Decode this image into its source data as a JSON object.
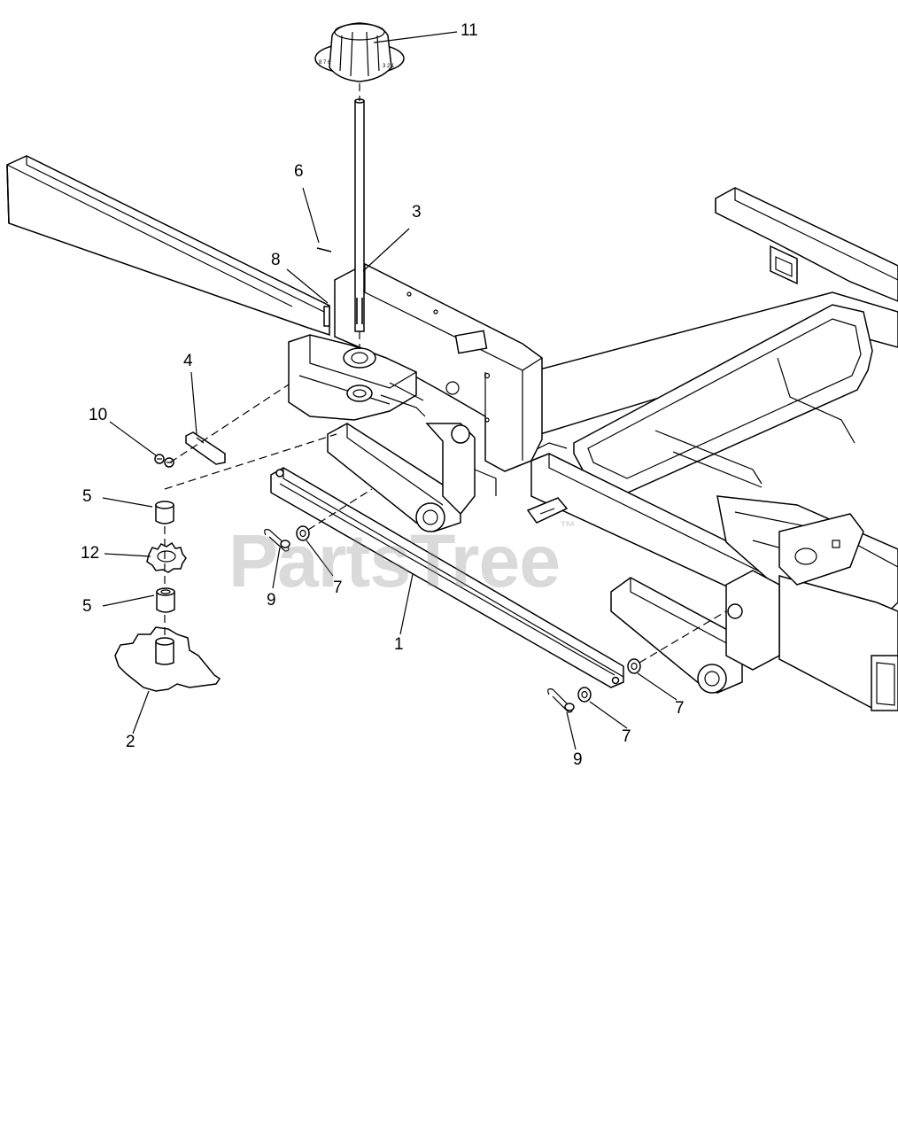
{
  "watermark": {
    "text": "PartsTree",
    "mark": "™"
  },
  "callouts": [
    {
      "id": "11",
      "label": "11"
    },
    {
      "id": "6",
      "label": "6"
    },
    {
      "id": "3",
      "label": "3"
    },
    {
      "id": "8",
      "label": "8"
    },
    {
      "id": "4",
      "label": "4"
    },
    {
      "id": "10",
      "label": "10"
    },
    {
      "id": "5a",
      "label": "5"
    },
    {
      "id": "12",
      "label": "12"
    },
    {
      "id": "5b",
      "label": "5"
    },
    {
      "id": "2",
      "label": "2"
    },
    {
      "id": "9a",
      "label": "9"
    },
    {
      "id": "7a",
      "label": "7"
    },
    {
      "id": "1",
      "label": "1"
    },
    {
      "id": "7b",
      "label": "7"
    },
    {
      "id": "7c",
      "label": "7"
    },
    {
      "id": "9b",
      "label": "9"
    }
  ]
}
